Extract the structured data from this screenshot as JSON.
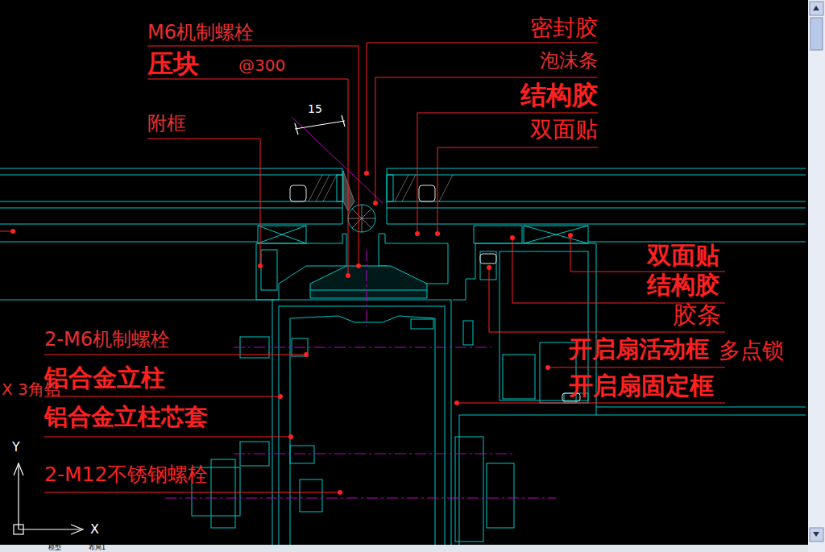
{
  "diagram": {
    "labels": [
      "M6机制螺栓",
      "压块",
      "@300",
      "附框",
      "15",
      "密封胶",
      "泡沫条",
      "结构胶",
      "双面贴",
      "双面贴",
      "结构胶",
      "胶条",
      "开启扇活动框",
      "多点锁",
      "开启扇固定框",
      "2-M6机制螺栓",
      "铝合金立柱",
      "X 3角铝",
      "铝合金立柱芯套",
      "2-M12不锈钢螺栓",
      "Y",
      "X",
      "模型",
      "布局1"
    ]
  }
}
